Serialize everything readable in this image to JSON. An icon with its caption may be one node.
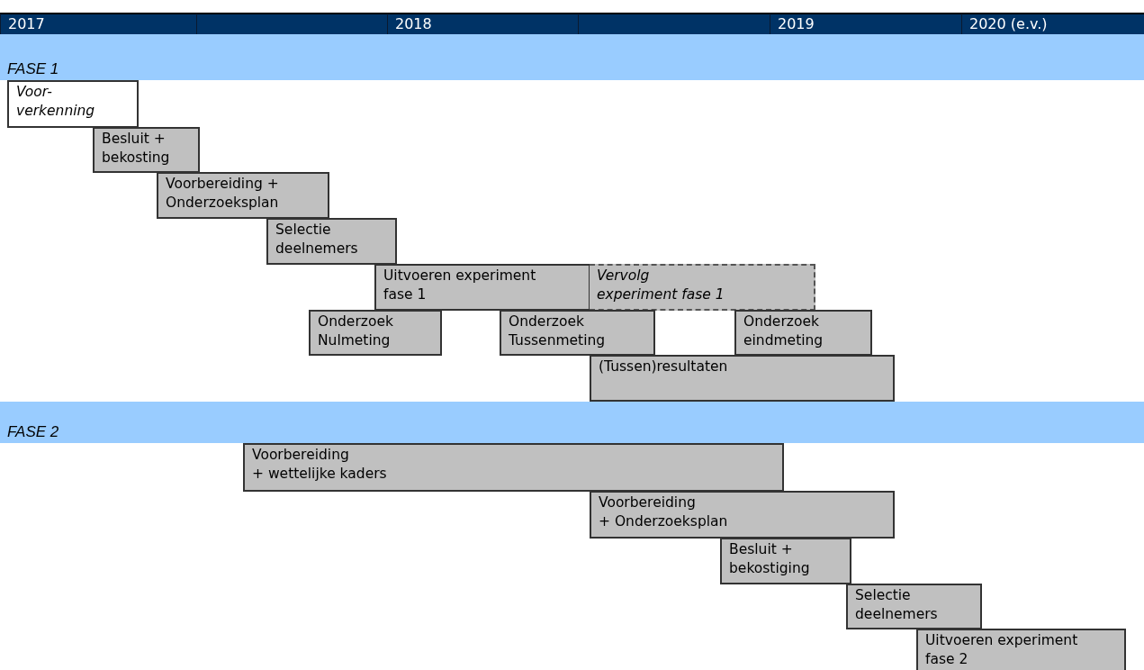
{
  "diagram": {
    "nodes": [
      {
        "text": [
          "FASE 1"
        ]
      },
      {
        "text": [
          "Voor- verkenning"
        ]
      },
      {
        "text": [
          "Besluit + bekosting"
        ]
      },
      {
        "text": [
          "Voorbereiding + Onderzoeksplan"
        ]
      },
      {
        "text": [
          "Selectie deelnemers"
        ]
      },
      {
        "text": [
          "Uitvoeren experiment fase 1"
        ]
      },
      {
        "text": [
          "Vervolg experiment fase 1"
        ]
      },
      {
        "text": [
          "Onderzoek Nulmeting"
        ]
      },
      {
        "text": [
          "Onderzoek Tussenmeting"
        ]
      },
      {
        "text": [
          "Onderzoek eindmeting"
        ]
      },
      {
        "text": [
          "(Tussen)resultaten"
        ]
      },
      {
        "text": [
          "FASE 2"
        ]
      },
      {
        "text": [
          "Voorbereiding + wettelijke kaders"
        ]
      },
      {
        "text": [
          "Voorbereiding + Onderzoeksplan"
        ]
      },
      {
        "text": [
          "Besluit + bekostiging"
        ]
      },
      {
        "text": [
          "Selectie deelnemers"
        ]
      },
      {
        "text": [
          "Uitvoeren experiment fase 2"
        ]
      }
    ],
    "labels": [
      "2017",
      "2018",
      "2019",
      "2020 (e.v.)"
    ]
  }
}
